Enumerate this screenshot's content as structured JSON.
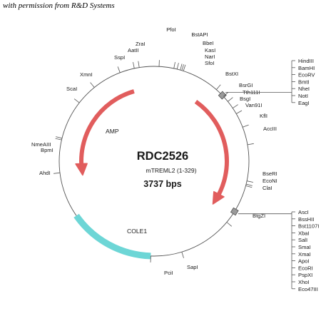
{
  "permission_note": "with permission from R&D Systems",
  "plasmid": {
    "name": "RDC2526",
    "insert": "mTREML2 (1-329)",
    "size": "3737 bps"
  },
  "features": [
    {
      "name": "AMP",
      "color": "#e15d5d"
    },
    {
      "name": "mTREML2 (1-329)",
      "color": "#e15d5d"
    },
    {
      "name": "COLE1",
      "color": "#6dd6d6"
    }
  ],
  "single_sites": [
    "PfoI",
    "BstAPI",
    "BbeI",
    "KasI",
    "NarI",
    "SfoI",
    "BstXI",
    "BsrGI",
    "Tth111I",
    "BsgI",
    "Van91I",
    "KflI",
    "AccIII",
    "BseRI",
    "EcoNI",
    "ClaI",
    "BtgZI",
    "SapI",
    "PciI",
    "AhdI",
    "BpmI",
    "NmeAIII",
    "ScaI",
    "XmnI",
    "SspI",
    "AatII",
    "ZraI"
  ],
  "cluster_top": [
    "HindIII",
    "BamHI",
    "EcoRV",
    "BmtI",
    "NheI",
    "NotI",
    "EagI"
  ],
  "cluster_bottom": [
    "AscI",
    "BssHII",
    "Bst1107I",
    "XbaI",
    "SalI",
    "SmaI",
    "XmaI",
    "ApoI",
    "EcoRI",
    "PspXI",
    "XhoI",
    "Eco47III"
  ]
}
